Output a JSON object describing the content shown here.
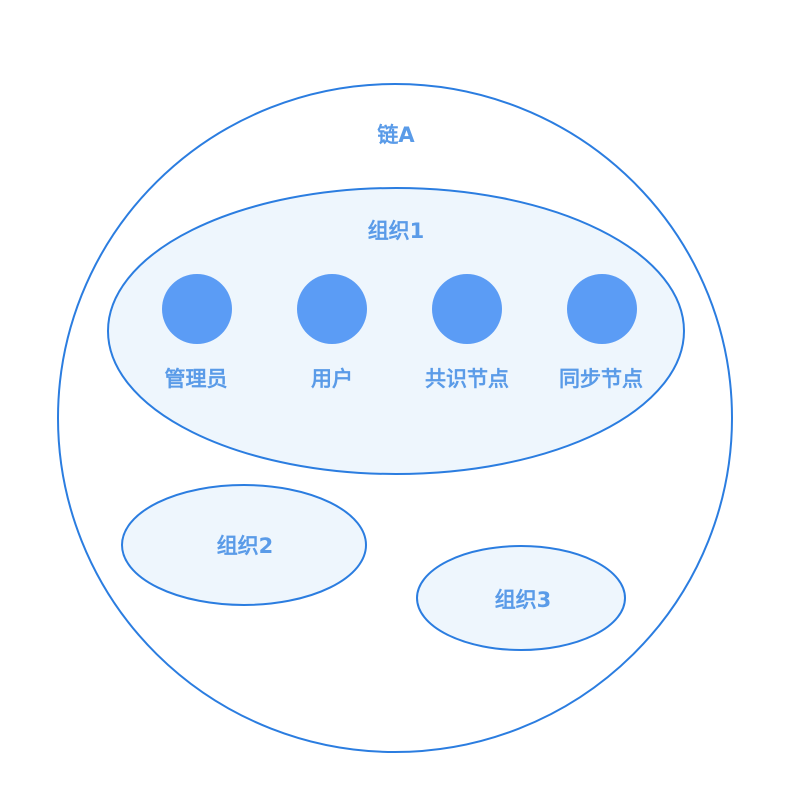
{
  "colors": {
    "stroke": "#2b7de0",
    "fill": "#eef6fd",
    "node": "#5b9cf5",
    "text": "#5a9be8",
    "background": "#ffffff"
  },
  "chain": {
    "label": "链A"
  },
  "orgs": [
    {
      "label": "组织1",
      "nodes": [
        {
          "label": "管理员"
        },
        {
          "label": "用户"
        },
        {
          "label": "共识节点"
        },
        {
          "label": "同步节点"
        }
      ]
    },
    {
      "label": "组织2"
    },
    {
      "label": "组织3"
    }
  ]
}
